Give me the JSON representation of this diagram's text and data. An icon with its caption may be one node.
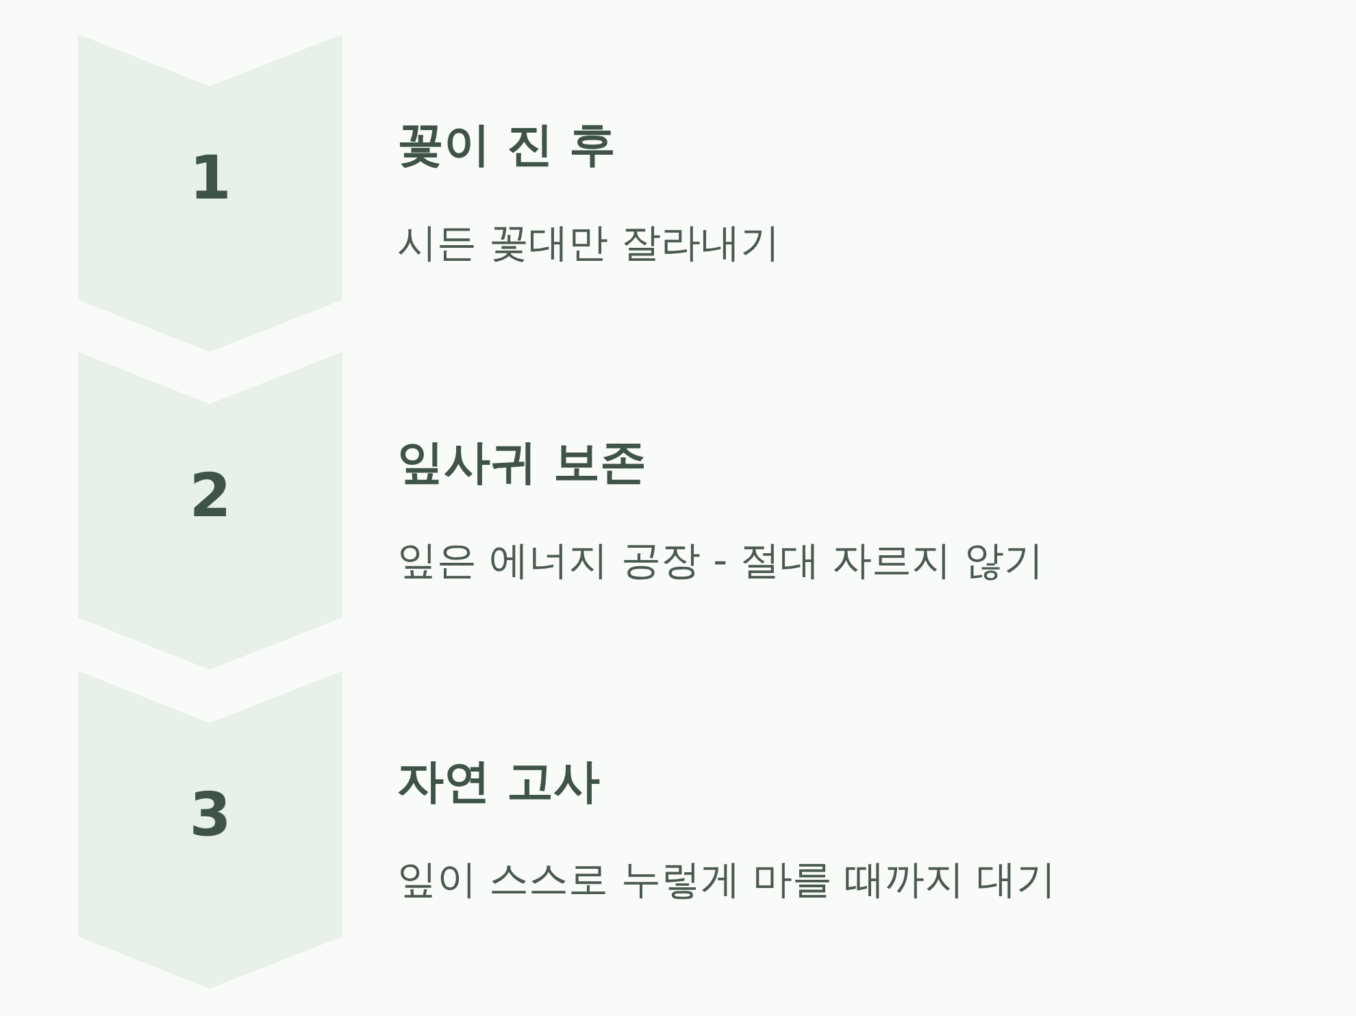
{
  "diagram": {
    "nodes": [
      {
        "text": [
          "1"
        ],
        "beside": [
          "꽃이 진 후",
          "시든 꽃대만 잘라내기"
        ]
      },
      {
        "text": [
          "2"
        ],
        "beside": [
          "잎사귀 보존",
          "잎은 에너지 공장 - 절대 자르지 않기"
        ]
      },
      {
        "text": [
          "3"
        ],
        "beside": [
          "자연 고사",
          "잎이 스스로 누렇게 마를 때까지 대기"
        ]
      }
    ]
  }
}
